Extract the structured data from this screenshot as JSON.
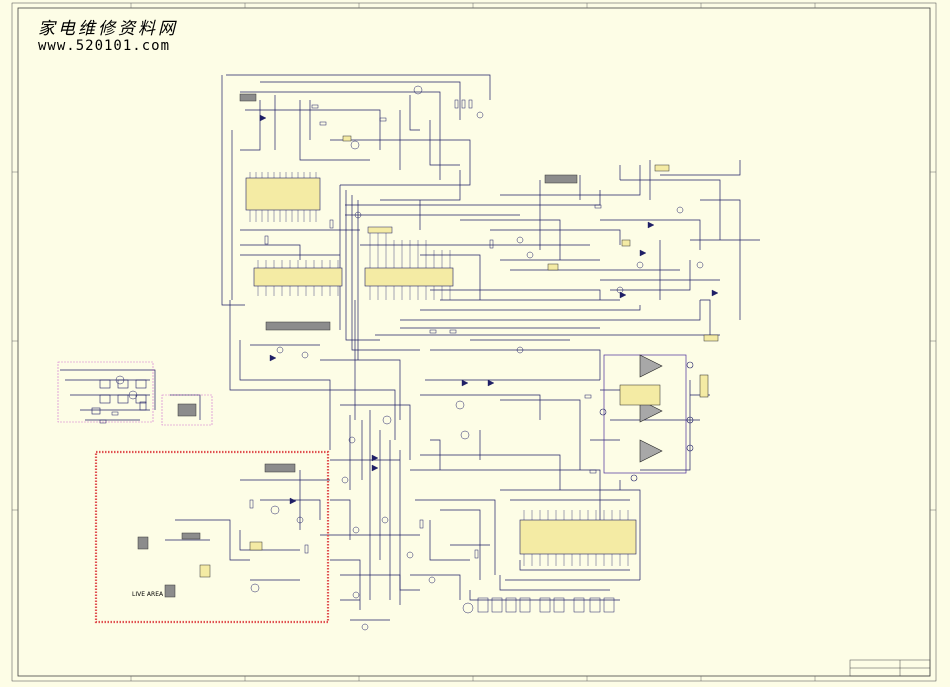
{
  "watermark": {
    "title": "家电维修资料网",
    "url": "www.520101.com"
  },
  "labels": {
    "live_area": "LIVE AREA"
  },
  "colors": {
    "sheet": "#fdfde6",
    "wire": "#1f1f66",
    "chip": "#f4eba4",
    "live_border": "#e05050",
    "highlight": "#d070d0"
  }
}
